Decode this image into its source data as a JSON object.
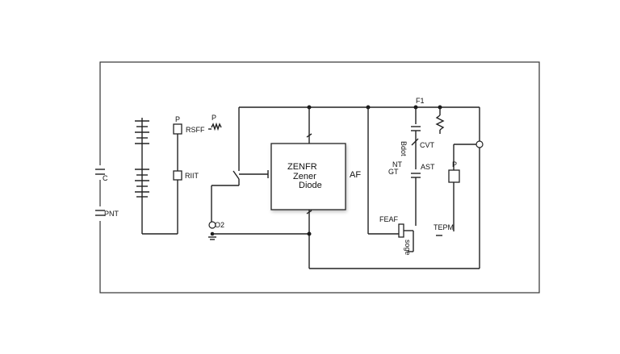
{
  "labels": {
    "c": "C",
    "pnt": "PNT",
    "p_top": "P",
    "rsff": "RSFF",
    "p_resistor": "P",
    "riit": "RIIT",
    "o2": "O2",
    "zenfr": "ZENFR",
    "zener": "Zener",
    "diode": "Diode",
    "af": "AF",
    "f1": "F1",
    "bdot": "Bdot",
    "cvt": "CVT",
    "nt": "NT",
    "gt": "GT",
    "ast": "AST",
    "p_right": "P",
    "feaf": "FEAF",
    "soge": "soge",
    "tepm": "TEPM"
  },
  "colors": {
    "line": "#222222",
    "background": "#ffffff"
  }
}
